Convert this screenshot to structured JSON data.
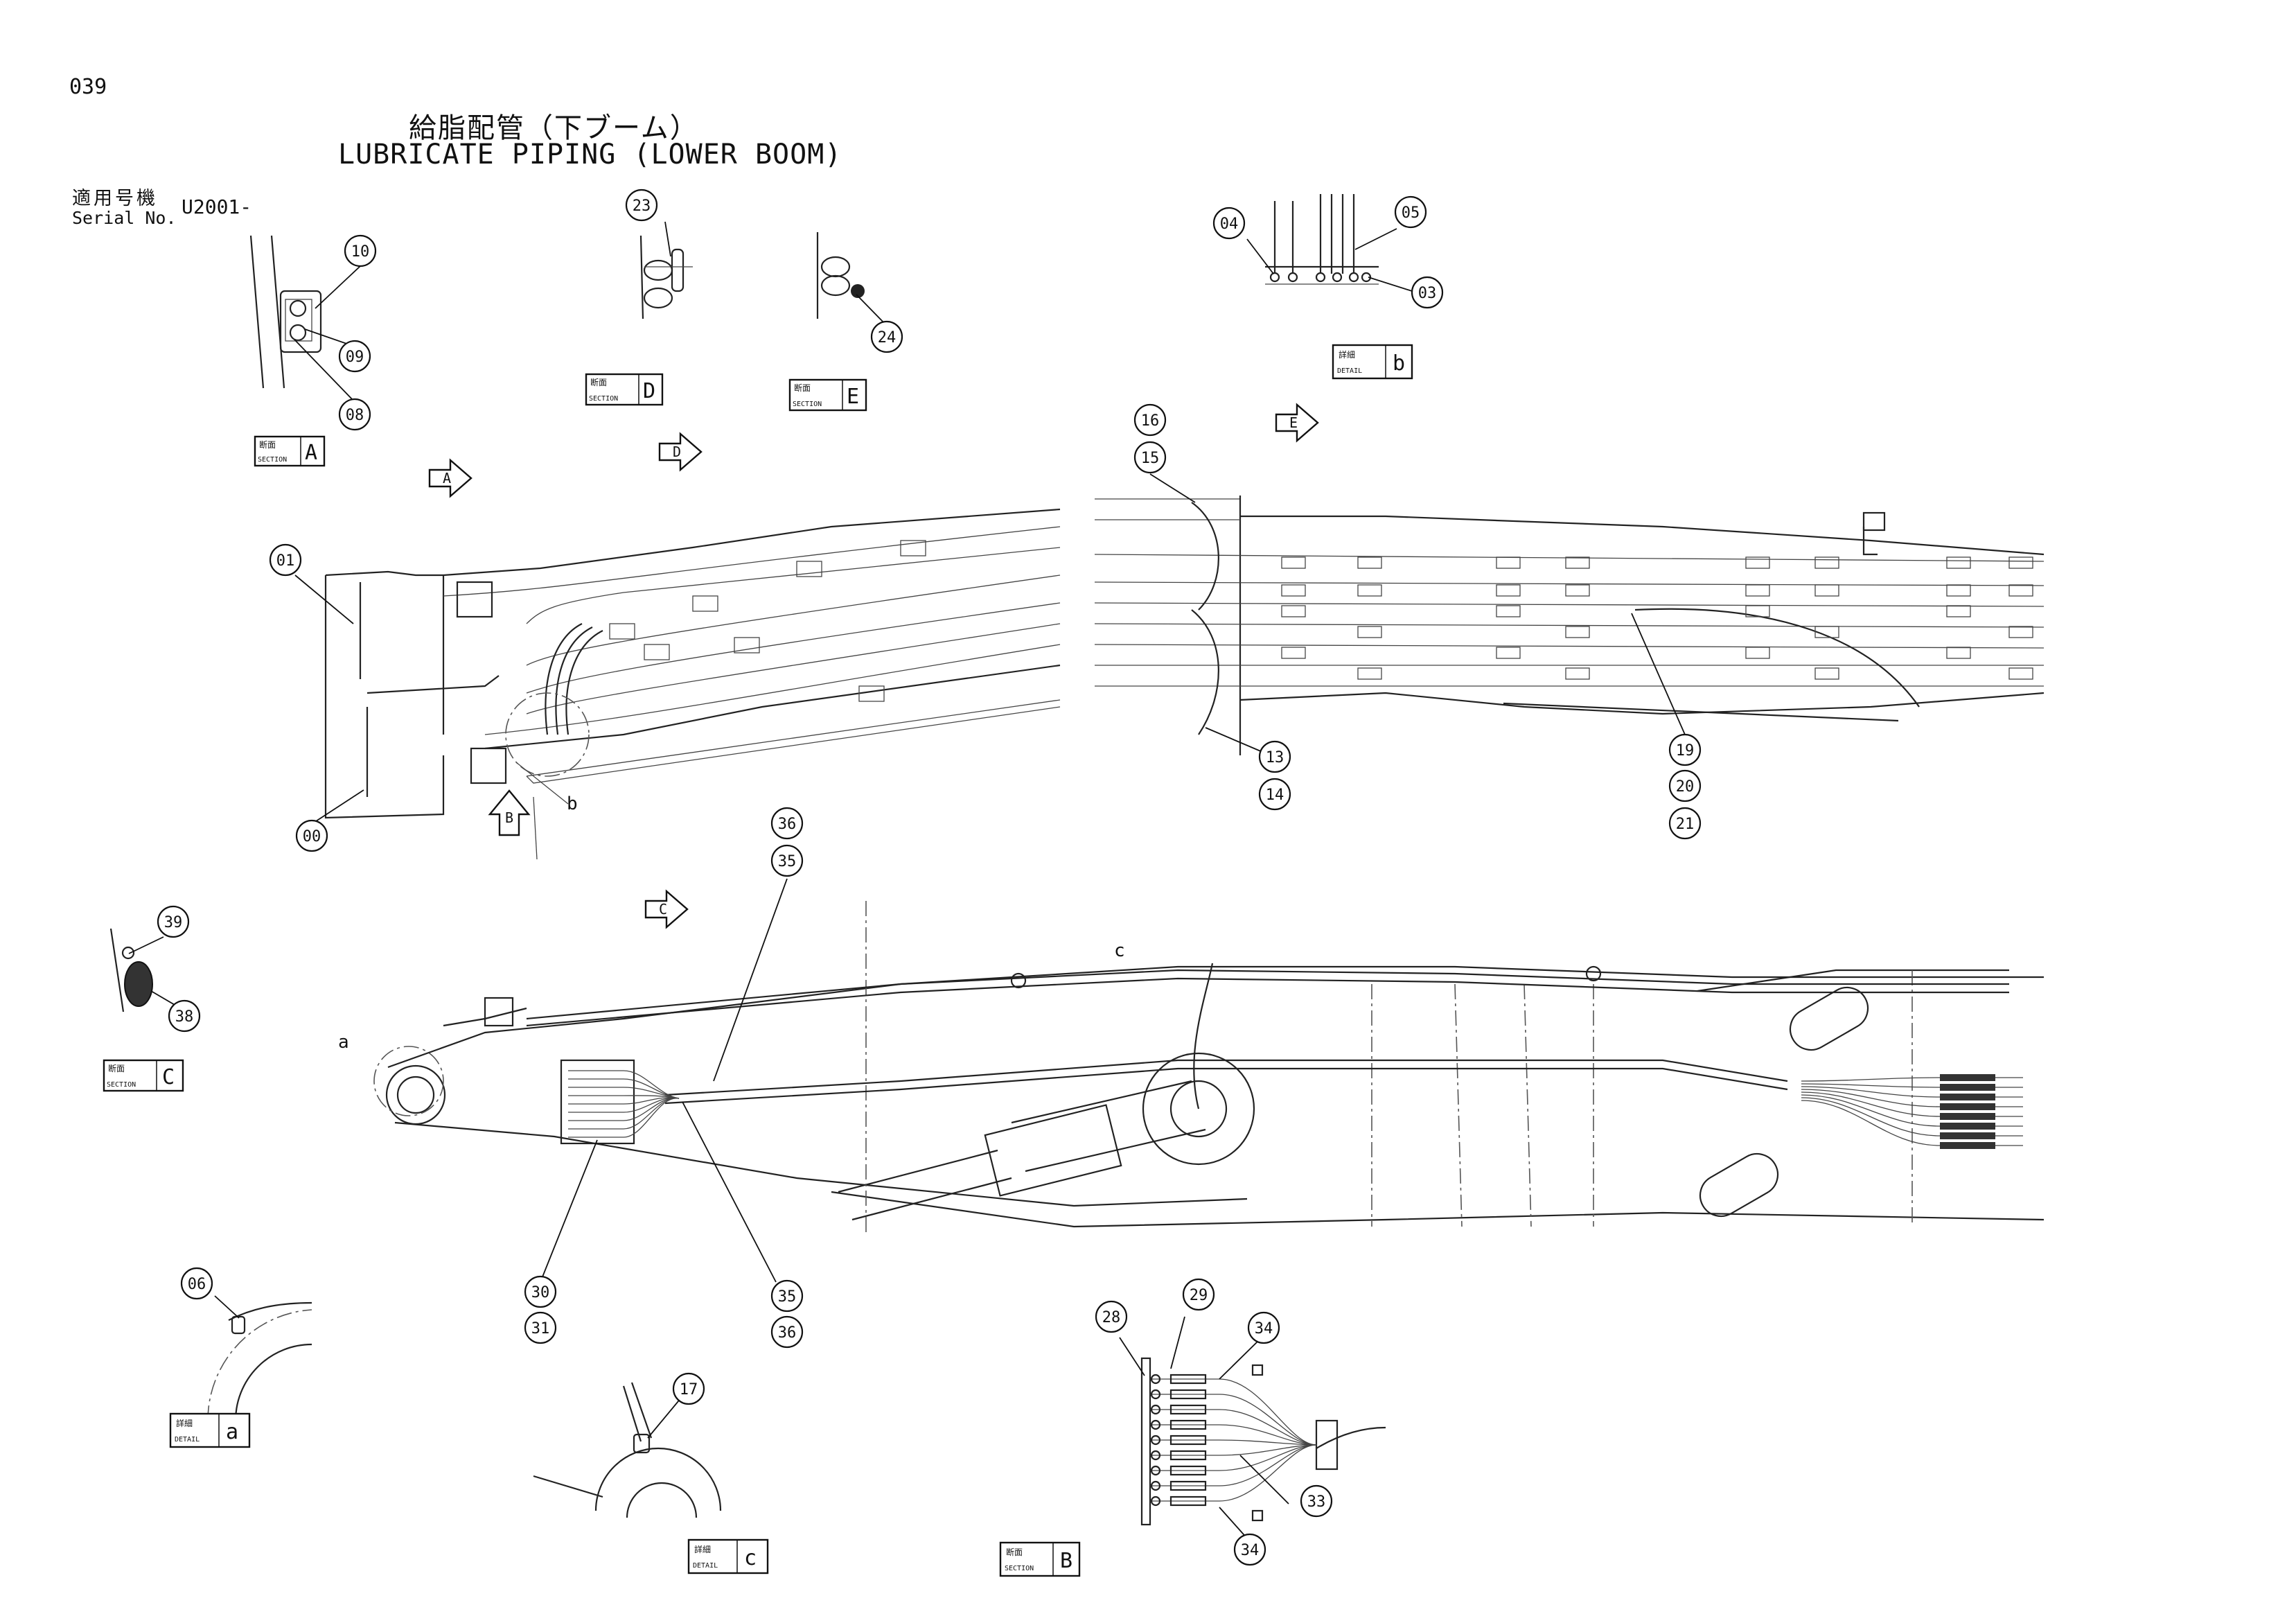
{
  "header": {
    "page_number": "039",
    "title_jp": "給脂配管（下ブーム）",
    "title_en": "LUBRICATE PIPING (LOWER BOOM)",
    "serial_label_jp": "適用号機",
    "serial_label_en": "Serial No.",
    "serial_value": "U2001-"
  },
  "view_tags": [
    {
      "kind_jp": "断面",
      "kind_en": "SECTION",
      "letter": "A"
    },
    {
      "kind_jp": "断面",
      "kind_en": "SECTION",
      "letter": "D"
    },
    {
      "kind_jp": "断面",
      "kind_en": "SECTION",
      "letter": "E"
    },
    {
      "kind_jp": "詳細",
      "kind_en": "DETAIL",
      "letter": "b"
    },
    {
      "kind_jp": "断面",
      "kind_en": "SECTION",
      "letter": "C"
    },
    {
      "kind_jp": "詳細",
      "kind_en": "DETAIL",
      "letter": "a"
    },
    {
      "kind_jp": "詳細",
      "kind_en": "DETAIL",
      "letter": "c"
    },
    {
      "kind_jp": "断面",
      "kind_en": "SECTION",
      "letter": "B"
    }
  ],
  "view_arrows": [
    "A",
    "D",
    "E",
    "B",
    "C"
  ],
  "detail_markers": [
    "b",
    "a",
    "c"
  ],
  "callouts": [
    "10",
    "09",
    "08",
    "23",
    "24",
    "04",
    "05",
    "03",
    "16",
    "15",
    "01",
    "00",
    "13",
    "14",
    "19",
    "20",
    "21",
    "36",
    "35",
    "39",
    "38",
    "30",
    "31",
    "35",
    "36",
    "06",
    "17",
    "28",
    "29",
    "34",
    "33",
    "34"
  ],
  "colors": {
    "ink": "#111111",
    "paper": "#ffffff"
  }
}
